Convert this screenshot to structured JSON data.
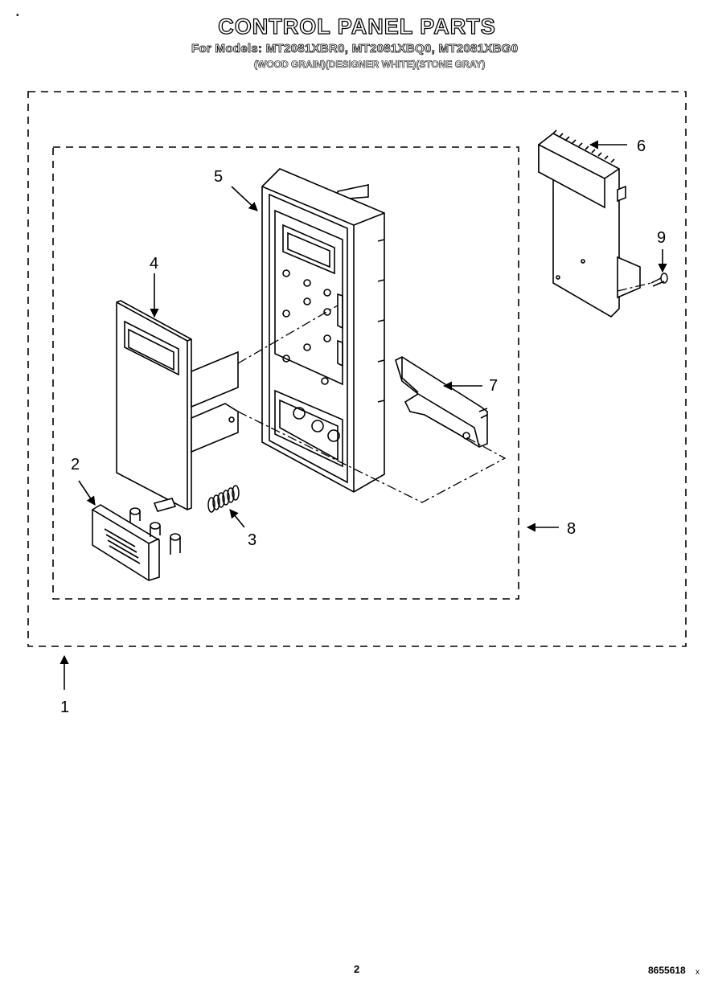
{
  "header": {
    "title": "CONTROL PANEL PARTS",
    "models_line": "For Models: MT2081XBR0, MT2081XBQ0, MT2081XBG0",
    "models_desc": "(WOOD GRAIN)(DESIGNER WHITE)(STONE GRAY)"
  },
  "callouts": {
    "c1": "1",
    "c2": "2",
    "c3": "3",
    "c4": "4",
    "c5": "5",
    "c6": "6",
    "c7": "7",
    "c8": "8",
    "c9": "9"
  },
  "footer": {
    "page_number": "2",
    "document_number": "8655618"
  }
}
